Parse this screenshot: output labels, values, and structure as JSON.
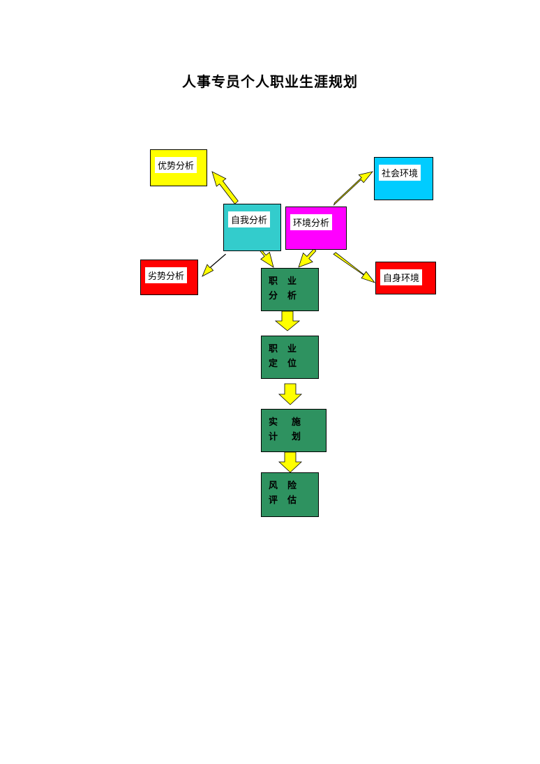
{
  "title": "人事专员个人职业生涯规划",
  "nodes": {
    "strength": "优势分析",
    "weakness": "劣势分析",
    "self": "自我分析",
    "environment": "环境分析",
    "social_env": "社会环境",
    "own_env": "自身环境",
    "career_analysis": "职业分析",
    "career_positioning": "职业定位",
    "implementation": "实施计划",
    "risk": "风险评估"
  },
  "colors": {
    "strength": "#ffff00",
    "weakness": "#ff0000",
    "self": "#33cccc",
    "environment": "#ff00ff",
    "social_env": "#00ccff",
    "own_env": "#ff0000",
    "green": "#2e9260",
    "arrow": "#ffff00"
  }
}
